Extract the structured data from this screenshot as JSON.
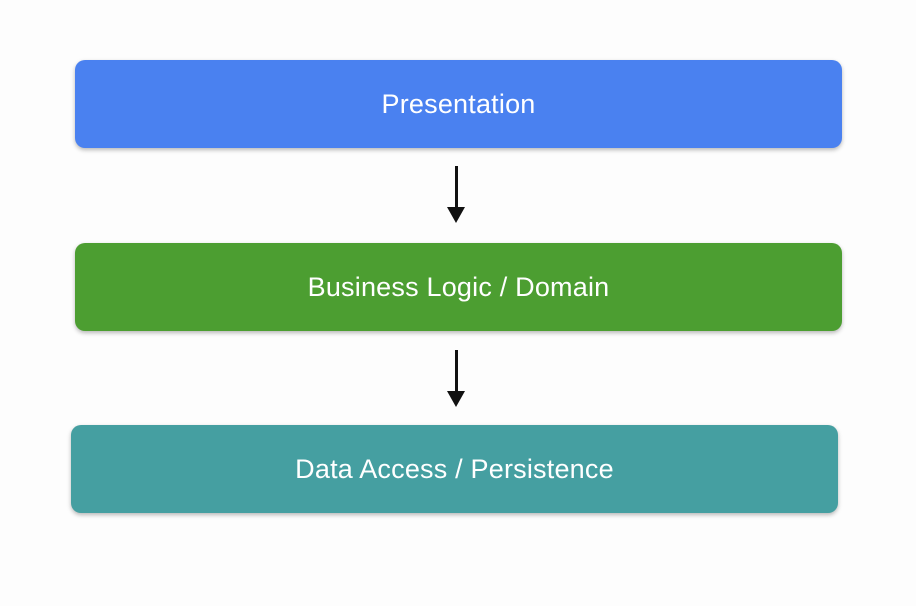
{
  "diagram": {
    "background_color": "#FDFDFD",
    "text_color": "#FFFFFF",
    "arrow_color": "#111111",
    "layers": [
      {
        "id": "presentation",
        "label": "Presentation",
        "fill": "#4A81F0"
      },
      {
        "id": "business-logic",
        "label": "Business Logic / Domain",
        "fill": "#4C9E31"
      },
      {
        "id": "data-access",
        "label": "Data Access / Persistence",
        "fill": "#459FA1"
      }
    ]
  }
}
